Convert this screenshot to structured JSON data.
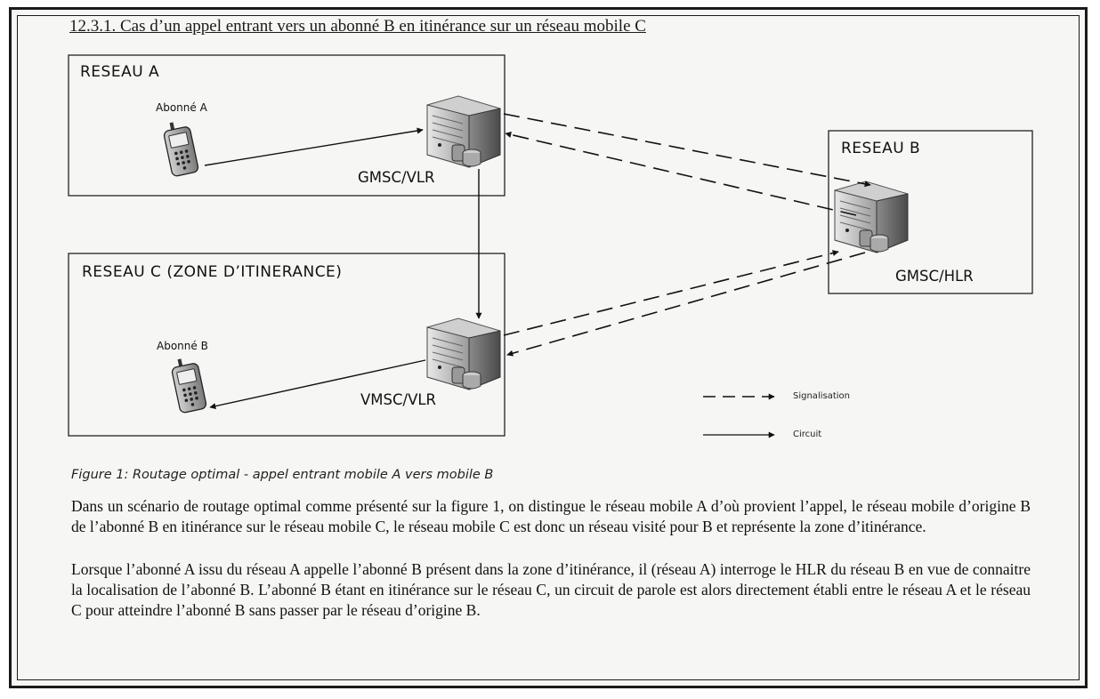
{
  "heading": "12.3.1. Cas d’un appel entrant vers un abonné B en itinérance sur un réseau mobile C",
  "networks": {
    "a": {
      "title": "RESEAU  A"
    },
    "b": {
      "title": "RESEAU  B"
    },
    "c": {
      "title": "RESEAU  C  (ZONE D’ITINERANCE)"
    }
  },
  "nodes": {
    "abonne_a": "Abonné A",
    "abonne_b": "Abonné B",
    "gmsc_vlr": "GMSC/VLR",
    "gmsc_hlr": "GMSC/HLR",
    "vmsc_vlr": "VMSC/VLR"
  },
  "legend": {
    "signalisation": "Signalisation",
    "circuit": "Circuit"
  },
  "caption": "Figure 1: Routage optimal - appel entrant mobile A vers mobile B",
  "paragraphs": [
    "Dans un scénario de routage optimal comme présenté sur la figure 1, on distingue le réseau mobile A d’où provient l’appel, le réseau mobile d’origine B de l’abonné B en itinérance sur le réseau mobile C, le réseau mobile C est donc un réseau visité pour B et représente la zone d’itinérance.",
    "Lorsque l’abonné A issu du réseau A appelle l’abonné B présent dans la zone d’itinérance, il (réseau A) interroge le HLR du réseau B en vue de connaitre la localisation de l’abonné B. L’abonné B étant en itinérance sur le réseau C, un circuit de parole est alors directement établi entre le réseau A et le réseau C pour atteindre l’abonné B sans passer par le réseau d’origine B."
  ]
}
